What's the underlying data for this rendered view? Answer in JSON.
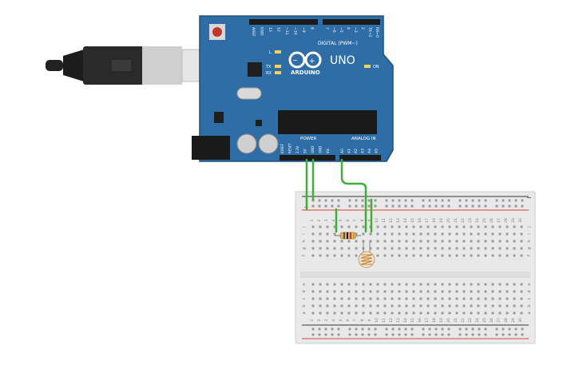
{
  "board": {
    "name": "UNO",
    "brand": "ARDUINO",
    "digital_label": "DIGITAL (PWM~)",
    "power_label": "POWER",
    "analog_label": "ANALOG IN",
    "led_l": "L",
    "led_tx": "TX",
    "led_rx": "RX",
    "led_on": "ON",
    "top_pins": [
      "AREF",
      "GND",
      "13",
      "12",
      "~11",
      "~10",
      "~9",
      "8",
      "7",
      "~6",
      "~5",
      "4",
      "~3",
      "2",
      "TX→1",
      "RX←0"
    ],
    "power_pins": [
      "IOREF",
      "RESET",
      "3.3V",
      "5V",
      "GND",
      "GND",
      "Vin"
    ],
    "analog_pins": [
      "A0",
      "A1",
      "A2",
      "A3",
      "A4",
      "A5"
    ]
  },
  "breadboard": {
    "col_numbers": [
      "1",
      "2",
      "3",
      "4",
      "5",
      "6",
      "7",
      "8",
      "9",
      "10",
      "11",
      "12",
      "13",
      "14",
      "15",
      "16",
      "17",
      "18",
      "19",
      "20",
      "21",
      "22",
      "23",
      "24",
      "25",
      "26",
      "27",
      "28",
      "29",
      "30"
    ],
    "rows_top": [
      "j",
      "i",
      "h",
      "g",
      "f"
    ],
    "rows_bottom": [
      "e",
      "d",
      "c",
      "b",
      "a"
    ],
    "rail_plus": "+",
    "rail_minus": "−"
  },
  "colors": {
    "board_blue": "#2f6da6",
    "board_dark": "#1f4f7d",
    "wire_green": "#3fae3a",
    "rail_red": "#e0413a",
    "rail_black": "#333333",
    "breadboard": "#e9e9e9"
  },
  "components": {
    "cable": "usb-cable",
    "resistor": "resistor",
    "sensor": "photoresistor"
  }
}
